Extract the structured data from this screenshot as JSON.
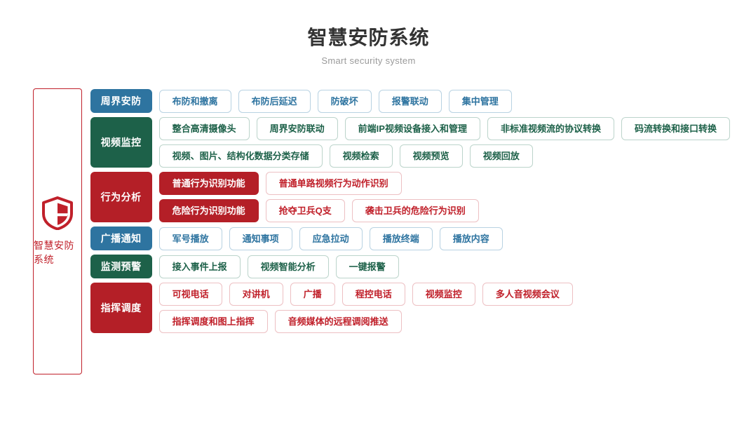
{
  "header": {
    "title": "智慧安防系统",
    "subtitle": "Smart security system"
  },
  "root": {
    "label": "智慧安防系统",
    "icon": "shield-icon",
    "color": "#c0202a"
  },
  "colors": {
    "blue": "#2e74a0",
    "green": "#1d6149",
    "red": "#b41f27",
    "title": "#333333",
    "subtitle": "#9a9a9a"
  },
  "rows": [
    {
      "category": "周界安防",
      "theme": "blue",
      "lines": [
        {
          "items": [
            {
              "label": "布防和撤离",
              "style": "outline"
            },
            {
              "label": "布防后延迟",
              "style": "outline"
            },
            {
              "label": "防破坏",
              "style": "outline"
            },
            {
              "label": "报警联动",
              "style": "outline"
            },
            {
              "label": "集中管理",
              "style": "outline"
            }
          ]
        }
      ]
    },
    {
      "category": "视频监控",
      "theme": "green",
      "lines": [
        {
          "items": [
            {
              "label": "整合高清摄像头",
              "style": "outline"
            },
            {
              "label": "周界安防联动",
              "style": "outline"
            },
            {
              "label": "前端IP视频设备接入和管理",
              "style": "outline"
            },
            {
              "label": "非标准视频流的协议转换",
              "style": "outline"
            },
            {
              "label": "码流转换和接口转换",
              "style": "outline"
            }
          ]
        },
        {
          "items": [
            {
              "label": "视频、图片、结构化数据分类存储",
              "style": "outline"
            },
            {
              "label": "视频检索",
              "style": "outline"
            },
            {
              "label": "视频预览",
              "style": "outline"
            },
            {
              "label": "视频回放",
              "style": "outline"
            }
          ]
        }
      ]
    },
    {
      "category": "行为分析",
      "theme": "red",
      "lines": [
        {
          "items": [
            {
              "label": "普通行为识别功能",
              "style": "solid"
            },
            {
              "label": "普通单路视频行为动作识别",
              "style": "outline"
            }
          ]
        },
        {
          "items": [
            {
              "label": "危险行为识别功能",
              "style": "solid"
            },
            {
              "label": "抢夺卫兵Q支",
              "style": "outline"
            },
            {
              "label": "袭击卫兵的危险行为识别",
              "style": "outline"
            }
          ]
        }
      ]
    },
    {
      "category": "广播通知",
      "theme": "blue",
      "lines": [
        {
          "items": [
            {
              "label": "军号播放",
              "style": "outline"
            },
            {
              "label": "通知事项",
              "style": "outline"
            },
            {
              "label": "应急拉动",
              "style": "outline"
            },
            {
              "label": "播放终端",
              "style": "outline"
            },
            {
              "label": "播放内容",
              "style": "outline"
            }
          ]
        }
      ]
    },
    {
      "category": "监测预警",
      "theme": "green",
      "lines": [
        {
          "items": [
            {
              "label": "接入事件上报",
              "style": "outline"
            },
            {
              "label": "视频智能分析",
              "style": "outline"
            },
            {
              "label": "一键报警",
              "style": "outline"
            }
          ]
        }
      ]
    },
    {
      "category": "指挥调度",
      "theme": "red",
      "lines": [
        {
          "items": [
            {
              "label": "可视电话",
              "style": "outline"
            },
            {
              "label": "对讲机",
              "style": "outline"
            },
            {
              "label": "广播",
              "style": "outline"
            },
            {
              "label": "程控电话",
              "style": "outline"
            },
            {
              "label": "视频监控",
              "style": "outline"
            },
            {
              "label": "多人音视频会议",
              "style": "outline"
            }
          ]
        },
        {
          "items": [
            {
              "label": "指挥调度和图上指挥",
              "style": "outline"
            },
            {
              "label": "音频媒体的远程调阅推送",
              "style": "outline"
            }
          ]
        }
      ]
    }
  ]
}
